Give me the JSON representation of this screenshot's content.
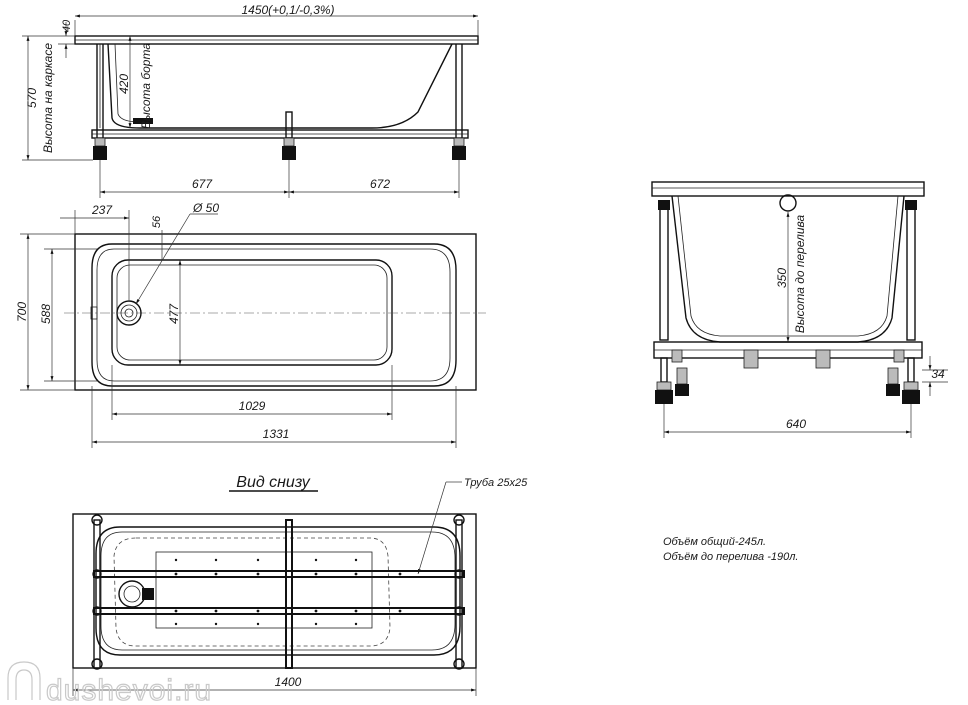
{
  "side_view": {
    "dim_length": "1450(+0,1/-0,3%)",
    "dim_rim": "40",
    "dim_total_height": "570",
    "label_frame_height": "Высота на каркасе",
    "dim_side_height": "420",
    "label_side_height": "Высота борта",
    "dim_left_span": "677",
    "dim_right_span": "672"
  },
  "top_view": {
    "dim_offset": "237",
    "dim_drain_offset": "56",
    "dim_drain_diameter": "Ø 50",
    "dim_width": "700",
    "dim_inner_width": "588",
    "dim_bottom_width": "477",
    "dim_bottom_length": "1029",
    "dim_inner_length": "1331"
  },
  "end_view": {
    "dim_overflow_height": "350",
    "label_overflow_height": "Высота до перелива",
    "dim_foot": "34",
    "dim_width": "640"
  },
  "bottom_view": {
    "title": "Вид снизу",
    "label_pipe": "Труба 25x25",
    "dim_length": "1400"
  },
  "volumes": {
    "total": "Объём общий-245л.",
    "to_overflow": "Объём до перелива -190л."
  },
  "watermark": {
    "text": "dushevoi.ru"
  }
}
